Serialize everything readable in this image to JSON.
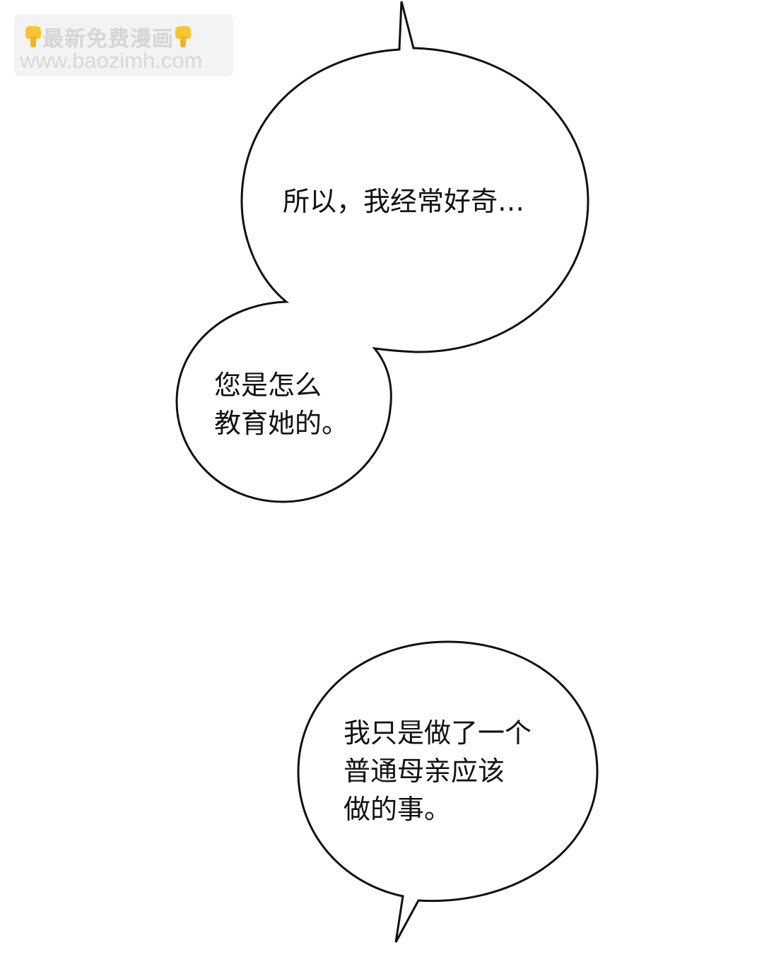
{
  "watermark": {
    "line1": "最新免费漫画",
    "line2": "www.baozimh.com",
    "icon_left": "pointing-down-hand-icon",
    "icon_right": "pointing-down-hand-icon",
    "bg_color": "#f3f3f3",
    "text_color": "#d5d5d5"
  },
  "bubbles": [
    {
      "id": "bubble-1",
      "lines": [
        "所以，我经常好奇…"
      ]
    },
    {
      "id": "bubble-2",
      "lines": [
        "您是怎么",
        "教育她的。"
      ]
    },
    {
      "id": "bubble-3",
      "lines": [
        "我只是做了一个",
        "普通母亲应该",
        "做的事。"
      ]
    }
  ],
  "colors": {
    "background": "#ffffff",
    "outline": "#111111",
    "text": "#111111"
  }
}
